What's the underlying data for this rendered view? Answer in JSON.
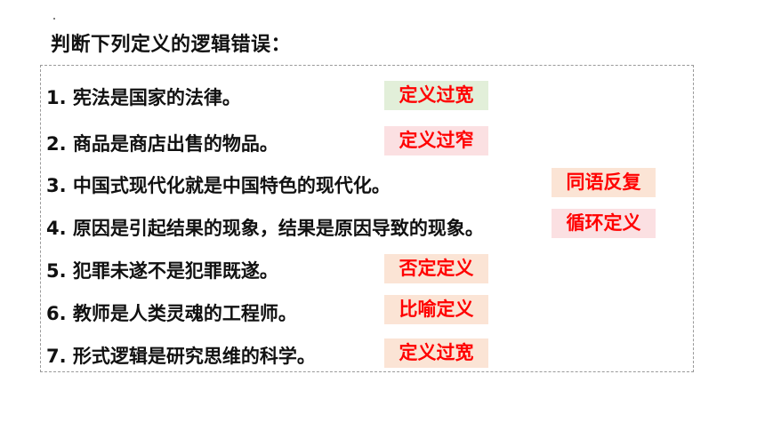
{
  "heading": "判断下列定义的逻辑错误：",
  "items": [
    "1. 宪法是国家的法律。",
    "2. 商品是商店出售的物品。",
    "3. 中国式现代化就是中国特色的现代化。",
    "4. 原因是引起结果的现象，结果是原因导致的现象。",
    "5. 犯罪未遂不是犯罪既遂。",
    "6. 教师是人类灵魂的工程师。",
    "7. 形式逻辑是研究思维的科学。"
  ],
  "tags": [
    "定义过宽",
    "定义过窄",
    "同语反复",
    "循环定义",
    "否定定义",
    "比喻定义",
    "定义过宽"
  ],
  "colors": {
    "tag_text": "#ff0000",
    "green": "#e2efd9",
    "pink": "#fbe0e2",
    "peach": "#fbe4d5"
  }
}
